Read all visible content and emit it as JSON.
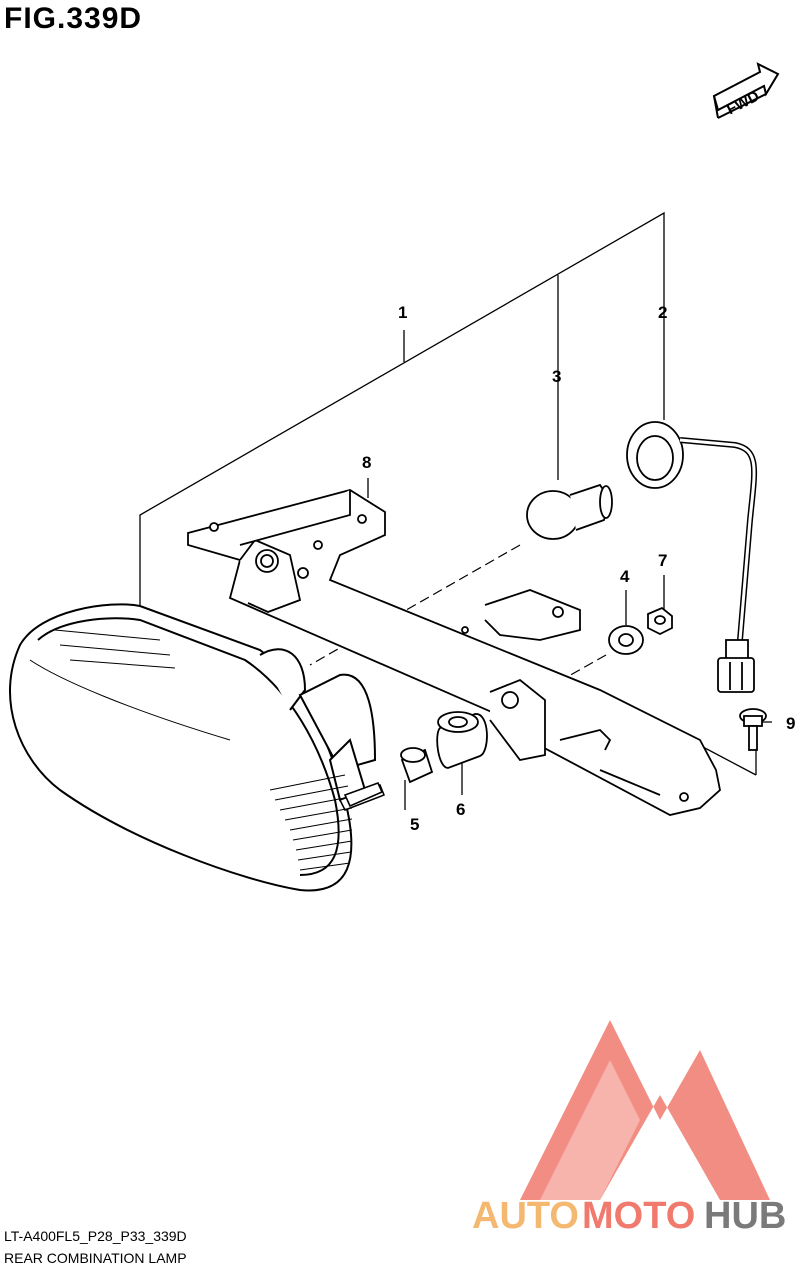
{
  "figure": {
    "title": "FIG.339D",
    "direction_label": "FWD"
  },
  "callouts": [
    {
      "number": "1"
    },
    {
      "number": "2"
    },
    {
      "number": "3"
    },
    {
      "number": "4"
    },
    {
      "number": "5"
    },
    {
      "number": "6"
    },
    {
      "number": "7"
    },
    {
      "number": "8"
    },
    {
      "number": "9"
    }
  ],
  "footer": {
    "code": "LT-A400FL5_P28_P33_339D",
    "caption": "REAR COMBINATION LAMP"
  },
  "watermark": {
    "part1": "AUTO",
    "part2": "MOTO",
    "part3": "HUB",
    "colors": {
      "triangle": "#f07a6e",
      "auto": "#f5b870",
      "moto": "#f07a6e",
      "hub": "#7a7a7a"
    }
  }
}
